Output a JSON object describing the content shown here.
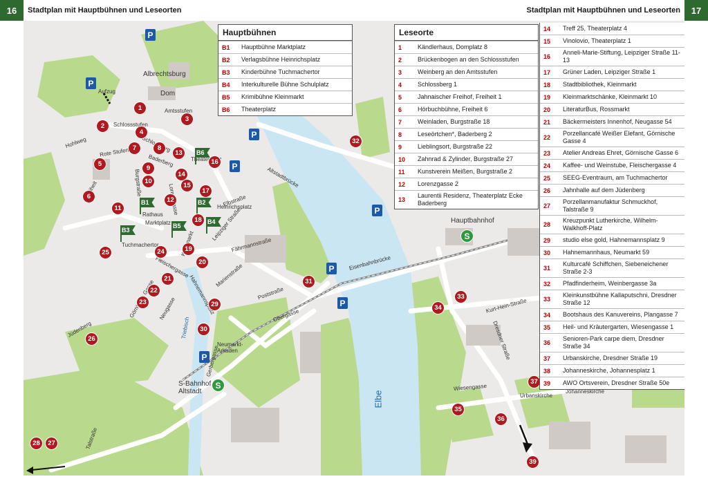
{
  "header": {
    "page_left": "16",
    "page_right": "17",
    "title_left": "Stadtplan mit Hauptbühnen und Leseorten",
    "title_right": "Stadtplan mit Hauptbühnen und Leseorten"
  },
  "hauptbuehnen": {
    "title": "Hauptbühnen",
    "items": [
      {
        "key": "B1",
        "label": "Hauptbühne Marktplatz"
      },
      {
        "key": "B2",
        "label": "Verlagsbühne Heinrichsplatz"
      },
      {
        "key": "B3",
        "label": "Kinderbühne Tuchmachertor"
      },
      {
        "key": "B4",
        "label": "Interkulturelle Bühne Schulplatz"
      },
      {
        "key": "B5",
        "label": "Krimibühne Kleinmarkt"
      },
      {
        "key": "B6",
        "label": "Theaterplatz"
      }
    ]
  },
  "leseorte": {
    "title": "Leseorte",
    "items": [
      {
        "key": "1",
        "label": "Kändlerhaus, Domplatz 8"
      },
      {
        "key": "2",
        "label": "Brückenbogen an den Schlossstufen"
      },
      {
        "key": "3",
        "label": "Weinberg an den Amtsstufen"
      },
      {
        "key": "4",
        "label": "Schlossberg 1"
      },
      {
        "key": "5",
        "label": "Jahnaischer Freihof, Freiheit 1"
      },
      {
        "key": "6",
        "label": "Hörbuchbühne, Freiheit 6"
      },
      {
        "key": "7",
        "label": "Weinladen, Burgstraße 18"
      },
      {
        "key": "8",
        "label": "Leseörtchen*, Baderberg 2"
      },
      {
        "key": "9",
        "label": "Lieblingsort, Burgstraße 22"
      },
      {
        "key": "10",
        "label": "Zahnrad & Zylinder, Burgstraße 27"
      },
      {
        "key": "11",
        "label": "Kunstverein Meißen, Burgstraße 2"
      },
      {
        "key": "12",
        "label": "Lorenzgasse 2"
      },
      {
        "key": "13",
        "label": "Laurentii Residenz, Theaterplatz Ecke Baderberg"
      }
    ]
  },
  "leseorte_right": {
    "items": [
      {
        "key": "14",
        "label": "Treff 25, Theaterplatz 4"
      },
      {
        "key": "15",
        "label": "Vinolovio, Theaterplatz 1"
      },
      {
        "key": "16",
        "label": "Anneli-Marie-Stiftung, Leipziger Straße 11-13"
      },
      {
        "key": "17",
        "label": "Grüner Laden, Leipziger Straße 1"
      },
      {
        "key": "18",
        "label": "Stadtbibliothek, Kleinmarkt"
      },
      {
        "key": "19",
        "label": "Kleinmarktschänke, Kleinmarkt 10"
      },
      {
        "key": "20",
        "label": "LiteraturBus, Rossmarkt"
      },
      {
        "key": "21",
        "label": "Bäckermeisters Innenhof, Neugasse 54"
      },
      {
        "key": "22",
        "label": "Porzellancafé Weißer Elefant, Görnische Gasse 4"
      },
      {
        "key": "23",
        "label": "Atelier Andreas Ehret, Görnische Gasse 6"
      },
      {
        "key": "24",
        "label": "Kaffee- und Weinstube, Fleischergasse 4"
      },
      {
        "key": "25",
        "label": "SEEG-Eventraum, am Tuchmachertor"
      },
      {
        "key": "26",
        "label": "Jahnhalle auf dem Jüdenberg"
      },
      {
        "key": "27",
        "label": "Porzellanmanufaktur Schmuckhof, Talstraße 9"
      },
      {
        "key": "28",
        "label": "Kreuzpunkt Lutherkirche, Wilhelm-Walkhoff-Platz"
      },
      {
        "key": "29",
        "label": "studio else gold, Hahnemannsplatz 9"
      },
      {
        "key": "30",
        "label": "Hahnemannhaus, Neumarkt 59"
      },
      {
        "key": "31",
        "label": "Kulturcafé Schiffchen, Siebeneichener Straße 2-3"
      },
      {
        "key": "32",
        "label": "Pfadfinderheim, Weinbergasse 3a"
      },
      {
        "key": "33",
        "label": "Kleinkunstbühne Kallaputschni, Dresdner Straße 12"
      },
      {
        "key": "34",
        "label": "Bootshaus des Kanuvereins, Plangasse 7"
      },
      {
        "key": "35",
        "label": "Heil- und Kräutergarten, Wiesengasse 1"
      },
      {
        "key": "36",
        "label": "Senioren-Park carpe diem, Dresdner Straße 34"
      },
      {
        "key": "37",
        "label": "Urbanskirche, Dresdner Straße 19"
      },
      {
        "key": "38",
        "label": "Johanneskirche, Johannesplatz 1"
      },
      {
        "key": "39",
        "label": "AWO Ortsverein, Dresdner Straße 50e"
      }
    ]
  },
  "map_labels": {
    "albrechtsburg": "Albrechtsburg",
    "dom": "Dom",
    "aufzug": "Aufzug",
    "hauptbahnhof": "Hauptbahnhof",
    "sbahnhof": "S-Bahnhof Altstadt",
    "neumarkt": "Neumarkt-Arkaden",
    "elbe": "Elbe",
    "triebisch": "Triebisch",
    "urbanskirche": "Urbanskirche",
    "johanneskirche": "Johanneskirche",
    "altstadtbruecke": "Altstadtbrücke",
    "eisenbahnbruecke": "Eisenbahnbrücke",
    "heinrichsplatz": "Heinrichsplatz",
    "elbstrasse": "Elbstraße",
    "marktplatz": "Marktplatz",
    "tuchmachertor": "Tuchmachertor",
    "baderberg": "Baderberg",
    "kleinmarkt": "Kleinmarkt",
    "jahnastufen": "Jüdenberg",
    "fahrmannstrasse": "Fährmannstraße",
    "wiesengasse": "Wiesengasse",
    "kurtheinstrasse": "Kurt-Hein-Straße",
    "dresdnerstrasse": "Dresdner Straße",
    "talstrasse": "Talstraße",
    "postrasse": "Poststraße",
    "gerbergasse": "Gerbergasse",
    "marienstrasse": "Marienstraße",
    "obergasse": "Obergasse",
    "neugasse": "Neugasse",
    "hahnemannsplatz": "Hahnemannsplatz",
    "leipzigerstrasse": "Leipziger Straße",
    "schlossberg": "Schlossberg",
    "burgstrasse": "Burgstraße",
    "freiheit": "Freiheit",
    "rote_stufen": "Rote Stufen",
    "hohlweg": "Hohlweg",
    "amtsstufen": "Amtsstufen",
    "schlossstufen": "Schlossstufen",
    "goernische": "Görnische Gasse",
    "fleischergasse": "Fleischergasse",
    "lorenzgasse": "Lorenzgasse",
    "theaterplatz": "Theaterplatz",
    "markt_rathaus": "Rathaus"
  },
  "colors": {
    "green": "#2e6a30",
    "pin": "#b01a1f",
    "water": "#c9e6f2",
    "park": "#b9d98c",
    "parking": "#1a5aa8"
  },
  "symbols": {
    "parking": "P",
    "sbahn": "S"
  }
}
